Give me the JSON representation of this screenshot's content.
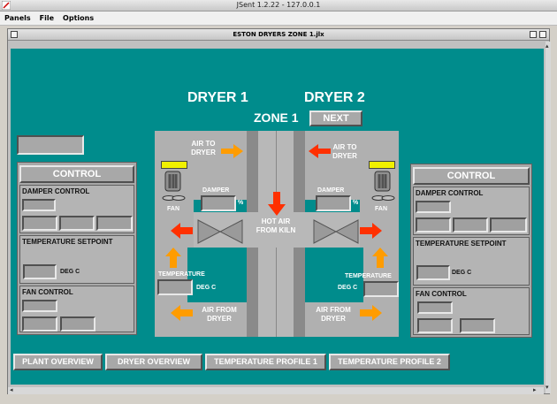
{
  "window": {
    "title": "JSent 1.2.22 - 127.0.0.1"
  },
  "menu": {
    "panels": "Panels",
    "file": "File",
    "options": "Options"
  },
  "frame": {
    "title": "ESTON DRYERS ZONE 1.jlx"
  },
  "main": {
    "dryer1_label": "DRYER 1",
    "dryer2_label": "DRYER 2",
    "zone_label": "ZONE 1",
    "next_button": "NEXT",
    "air_to_dryer_left": "AIR TO DRYER",
    "air_to_dryer_right": "AIR TO DRYER",
    "air_from_dryer_left": "AIR FROM DRYER",
    "air_from_dryer_right": "AIR FROM DRYER",
    "hot_air_label": "HOT AIR FROM KILN",
    "damper_left": "DAMPER",
    "damper_right": "DAMPER",
    "percent_left": "%",
    "percent_right": "%",
    "fan_left": "FAN",
    "fan_right": "FAN",
    "temperature_left": "TEMPERATURE",
    "temperature_right": "TEMPERATURE",
    "degc_left": "DEG C",
    "degc_right": "DEG C"
  },
  "left_panel": {
    "control_title": "CONTROL",
    "damper_control": "DAMPER CONTROL",
    "temperature_setpoint": "TEMPERATURE SETPOINT",
    "degc": "DEG C",
    "fan_control": "FAN CONTROL"
  },
  "right_panel": {
    "control_title": "CONTROL",
    "damper_control": "DAMPER CONTROL",
    "temperature_setpoint": "TEMPERATURE SETPOINT",
    "degc": "DEG C",
    "fan_control": "FAN CONTROL"
  },
  "nav": {
    "plant_overview": "PLANT OVERVIEW",
    "dryer_overview": "DRYER OVERVIEW",
    "temperature_profile_1": "TEMPERATURE PROFILE 1",
    "temperature_profile_2": "TEMPERATURE PROFILE 2"
  },
  "colors": {
    "panel": "#008c8c",
    "arrow_red": "#ff3000",
    "arrow_orange": "#ff9c00",
    "indicator": "#f0f000"
  }
}
